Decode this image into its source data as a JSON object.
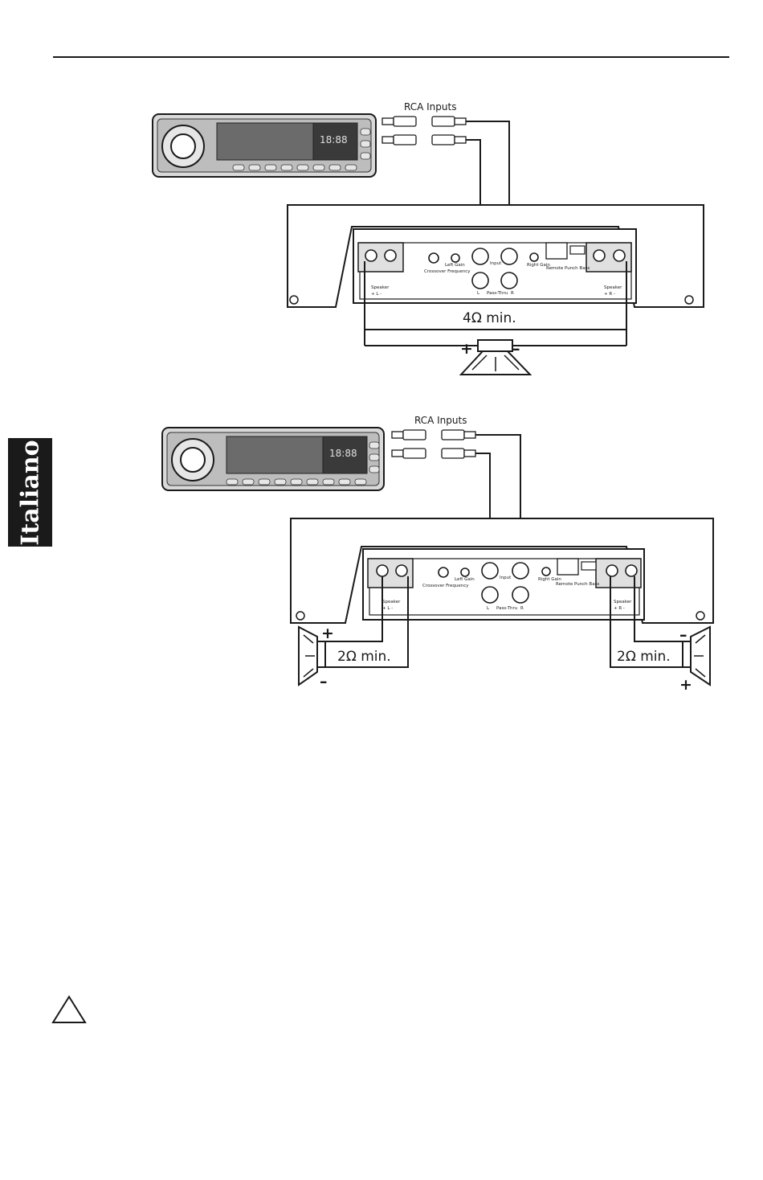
{
  "page": {
    "side_tab": "Italiano"
  },
  "diagram_1": {
    "rca_label": "RCA Inputs",
    "panel": {
      "crossover": "Crossover Frequency",
      "left_gain": "Left Gain",
      "input": "Input",
      "right_gain": "Right Gain",
      "remote": "Remote Punch Bass",
      "pass_thru": "Pass-Thru",
      "pass_l": "L",
      "pass_r": "R",
      "speaker_left": "Speaker",
      "speaker_left_pol": "+  L  -",
      "speaker_right": "Speaker",
      "speaker_right_pol": "+  R  -"
    },
    "impedance": "4Ω min.",
    "plus": "+",
    "minus": "–"
  },
  "diagram_2": {
    "rca_label": "RCA Inputs",
    "panel": {
      "crossover": "Crossover Frequency",
      "left_gain": "Left Gain",
      "input": "Input",
      "right_gain": "Right Gain",
      "remote": "Remote Punch Bass",
      "pass_thru": "Pass-Thru",
      "pass_l": "L",
      "pass_r": "R",
      "speaker_left": "Speaker",
      "speaker_left_pol": "+  L  -",
      "speaker_right": "Speaker",
      "speaker_right_pol": "+  R  -"
    },
    "impedance_left": "2Ω min.",
    "impedance_right": "2Ω min.",
    "left_plus": "+",
    "left_minus": "–",
    "right_plus": "+",
    "right_minus": "–"
  }
}
